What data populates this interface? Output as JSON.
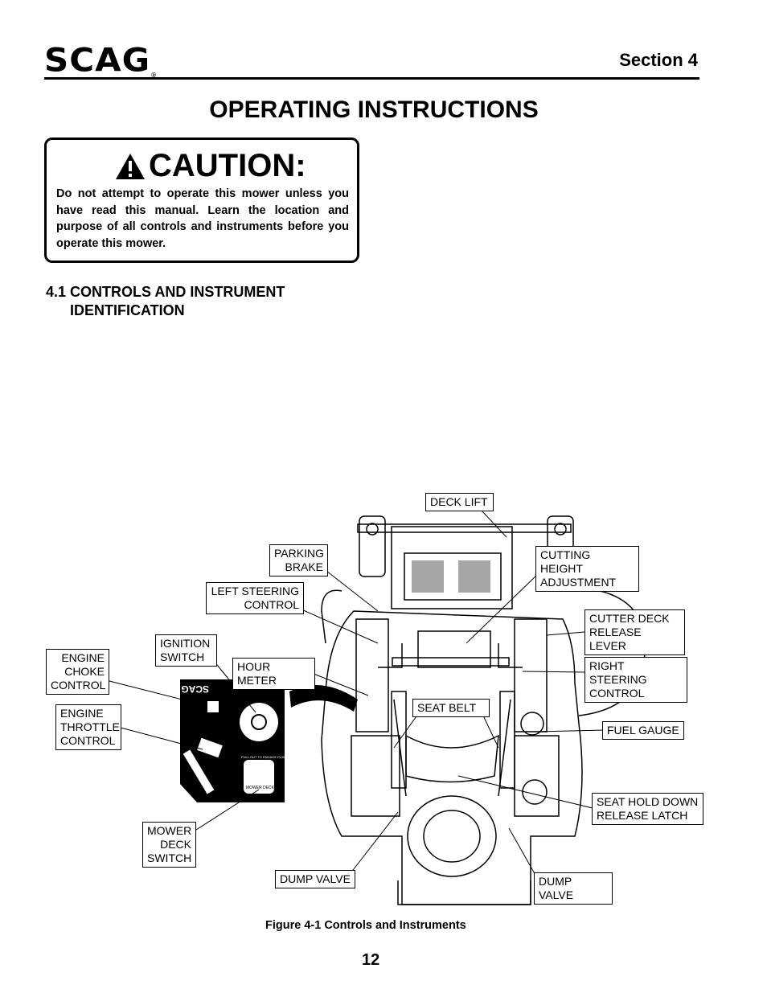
{
  "header": {
    "logo": "SCAG",
    "section": "Section 4"
  },
  "title": "OPERATING INSTRUCTIONS",
  "caution": {
    "heading": "CAUTION:",
    "body": "Do not attempt to operate this mower unless you have read this manual.  Learn the location and purpose of all controls and instruments before you operate this mower."
  },
  "subsection": {
    "line1": "4.1 CONTROLS AND INSTRUMENT",
    "line2": "IDENTIFICATION"
  },
  "callouts": {
    "deck_lift": "DECK LIFT",
    "parking_brake": "PARKING BRAKE",
    "cutting_height": "CUTTING HEIGHT ADJUSTMENT",
    "left_steering": "LEFT STEERING CONTROL",
    "cutter_deck_release": "CUTTER DECK RELEASE LEVER",
    "ignition_switch": "IGNITION SWITCH",
    "engine_choke": "ENGINE CHOKE CONTROL",
    "hour_meter": "HOUR METER",
    "right_steering": "RIGHT STEERING CONTROL",
    "engine_throttle": "ENGINE THROTTLE CONTROL",
    "seat_belt": "SEAT BELT",
    "fuel_gauge": "FUEL GAUGE",
    "seat_hold_down": "SEAT HOLD DOWN RELEASE LATCH",
    "mower_deck_switch": "MOWER DECK SWITCH",
    "dump_valve_left": "DUMP VALVE",
    "dump_valve_right": "DUMP VALVE"
  },
  "panel": {
    "logo": "SCAG",
    "pto_text": "PULL OUT TO ENGAGE PUSH IN TO DISENGAGE",
    "deck_text": "MOWER DECK"
  },
  "caption": "Figure 4-1 Controls and Instruments",
  "page_number": "12"
}
